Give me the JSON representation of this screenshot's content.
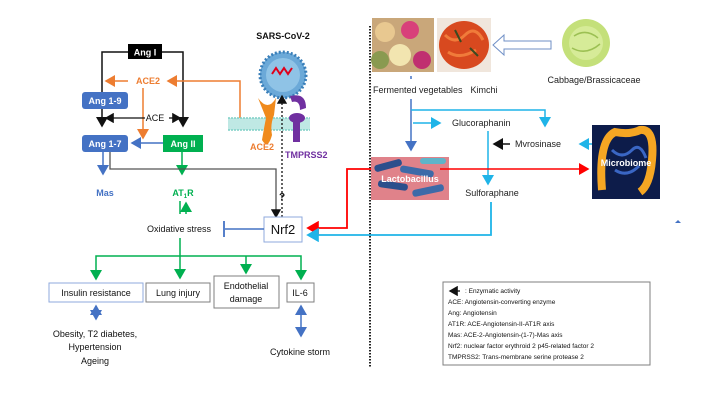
{
  "colors": {
    "black": "#111111",
    "orange": "#ed7d31",
    "blue": "#4472c4",
    "green": "#00b050",
    "purple": "#7030a0",
    "red": "#ff0000",
    "lightblue": "#1fb4e8",
    "gray": "#7f7f7f"
  },
  "left": {
    "ang1": "Ang I",
    "ace2_top": "ACE2",
    "ang19": "Ang 1-9",
    "ace": "ACE",
    "ang17": "Ang 1-7",
    "ang2": "Ang II",
    "mas": "Mas",
    "at1r_main": "AT",
    "at1r_sub": "1",
    "at1r_end": "R",
    "virus_title": "SARS-CoV-2",
    "ace2_receptor": "ACE2",
    "tmprss2": "TMPRSS2",
    "question": "?",
    "nrf2": "Nrf2",
    "oxidative": "Oxidative stress",
    "insulin": "Insulin resistance",
    "lung": "Lung injury",
    "endo1": "Endothelial",
    "endo2": "damage",
    "il6": "IL-6",
    "obesity1": "Obesity, T2 diabetes,",
    "obesity2": "Hypertension",
    "obesity3": "Ageing",
    "cytokine": "Cytokine storm"
  },
  "right": {
    "fermented": "Fermented vegetables",
    "kimchi": "Kimchi",
    "cabbage": "Cabbage/Brassicaceae",
    "glucoraphanin": "Glucoraphanin",
    "myrosinase": "Mvrosinase",
    "lactobacillus": "Lactobacillus",
    "microbiome": "Microbiome",
    "sulforaphane": "Sulforaphane"
  },
  "legend": {
    "items": [
      ": Enzymatic activity",
      "ACE: Angiotensin-converting enzyme",
      "Ang: Angiotensin",
      "AT1R: ACE-Angiotensin-II-AT1R axis",
      "Mas: ACE-2-Angiotensin-(1-7)-Mas axis",
      "Nrf2: nuclear factor erythroid 2 p45-related factor 2",
      "TMPRSS2: Trans-membrane serine protease 2"
    ]
  }
}
